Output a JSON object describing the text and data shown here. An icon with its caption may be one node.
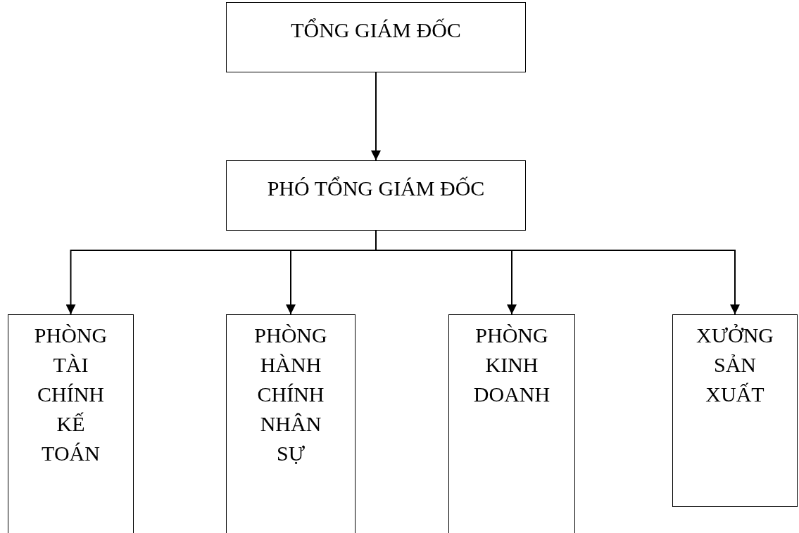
{
  "diagram": {
    "nodes": [
      {
        "text": [
          "TỔNG GIÁM ĐỐC"
        ]
      },
      {
        "text": [
          "PHÓ TỔNG GIÁM ĐỐC"
        ]
      },
      {
        "text": [
          "PHÒNG TÀI CHÍNH KẾ TOÁN"
        ]
      },
      {
        "text": [
          "PHÒNG HÀNH CHÍNH NHÂN SỰ"
        ]
      },
      {
        "text": [
          "PHÒNG KINH DOANH"
        ]
      },
      {
        "text": [
          "XƯỞNG SẢN XUẤT"
        ]
      }
    ],
    "edges": [
      {
        "from": 0,
        "to": 1,
        "arrow": "to"
      },
      {
        "from": 1,
        "to": 2,
        "arrow": "to"
      },
      {
        "from": 1,
        "to": 3,
        "arrow": "to"
      },
      {
        "from": 1,
        "to": 4,
        "arrow": "to"
      },
      {
        "from": 1,
        "to": 5,
        "arrow": "to"
      }
    ]
  }
}
